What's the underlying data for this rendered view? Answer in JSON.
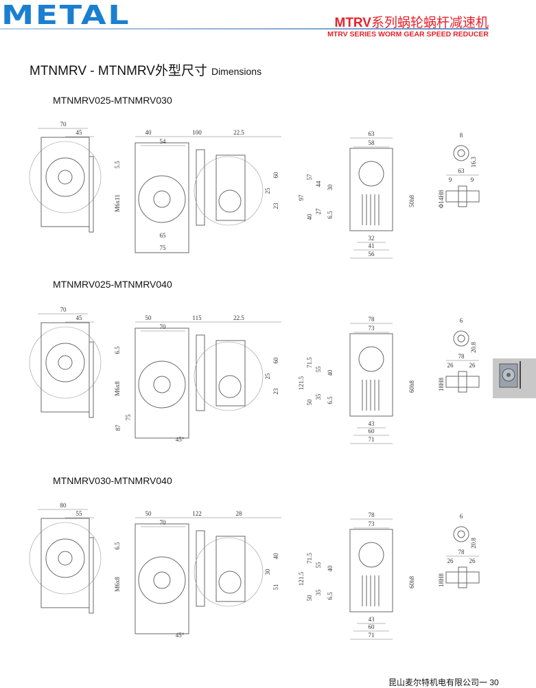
{
  "header": {
    "logo": "METAL",
    "title_bold": "MTRV",
    "title_cn": "系列蜗轮蜗杆减速机",
    "subtitle_en": "MTRV SERIES WORM GEAR SPEED REDUCER"
  },
  "page_title": {
    "main": "MTNMRV - MTNMRV外型尺寸",
    "en": "Dimensions"
  },
  "sections": [
    {
      "label": "MTNMRV025-MTNMRV030",
      "dims": {
        "side_w": "70",
        "side_off": "45",
        "front_a": "40",
        "front_b": "100",
        "front_c": "22.5",
        "front_d": "54",
        "front_e": "5.5",
        "front_thread": "M6x11",
        "front_g": "65",
        "front_h": "75",
        "motor_h": "60",
        "motor_m": "25",
        "motor_l": "23",
        "end_w1": "63",
        "end_w2": "58",
        "end_h": "97",
        "end_u1": "57",
        "end_u2": "44",
        "end_u3": "30",
        "end_l1": "40",
        "end_l2": "27",
        "end_l3": "6.5",
        "end_bore": "50h8",
        "end_b1": "32",
        "end_b2": "41",
        "end_b3": "56",
        "shaft_key": "8",
        "shaft_t": "16.3",
        "shaft_len": "63",
        "shaft_l": "9",
        "shaft_r": "9",
        "shaft_d": "Φ14H8"
      }
    },
    {
      "label": "MTNMRV025-MTNMRV040",
      "dims": {
        "side_w": "70",
        "side_off": "45",
        "front_a": "50",
        "front_b": "115",
        "front_c": "22.5",
        "front_d": "70",
        "front_e": "6.5",
        "diag_1": "75",
        "diag_2": "87",
        "front_thread": "M6x8",
        "angle": "45°",
        "motor_h": "60",
        "motor_m": "25",
        "motor_l": "23",
        "end_w1": "78",
        "end_w2": "73",
        "end_h": "121.5",
        "end_u1": "71.5",
        "end_u2": "55",
        "end_u3": "40",
        "end_l1": "50",
        "end_l2": "35",
        "end_l3": "6.5",
        "end_bore": "60h8",
        "end_b1": "43",
        "end_b2": "60",
        "end_b3": "71",
        "shaft_key": "6",
        "shaft_t": "20.8",
        "shaft_len": "78",
        "shaft_l": "26",
        "shaft_r": "26",
        "shaft_d": "18H8"
      }
    },
    {
      "label": "MTNMRV030-MTNMRV040",
      "dims": {
        "side_w": "80",
        "side_off": "55",
        "front_a": "50",
        "front_b": "122",
        "front_c": "28",
        "front_d": "70",
        "front_e": "6.5",
        "front_thread": "M6x8",
        "angle": "45°",
        "motor_h": "40",
        "motor_m": "30",
        "motor_l": "51",
        "end_w1": "78",
        "end_w2": "73",
        "end_h": "121.5",
        "end_u1": "71.5",
        "end_u2": "55",
        "end_u3": "40",
        "end_l1": "50",
        "end_l2": "35",
        "end_l3": "6.5",
        "end_bore": "60h8",
        "end_b1": "43",
        "end_b2": "60",
        "end_b3": "71",
        "shaft_key": "6",
        "shaft_t": "20.8",
        "shaft_len": "78",
        "shaft_l": "26",
        "shaft_r": "26",
        "shaft_d": "18H8"
      }
    }
  ],
  "side_tab": {
    "icon": "gearbox-thumbnail-icon",
    "color": "#c8c8c8"
  },
  "footer": {
    "company": "昆山麦尔特机电有限公司一",
    "page": "30"
  },
  "colors": {
    "brand_blue": "#1a7fd0",
    "accent_red": "#e8202a",
    "line_gray": "#555555"
  }
}
